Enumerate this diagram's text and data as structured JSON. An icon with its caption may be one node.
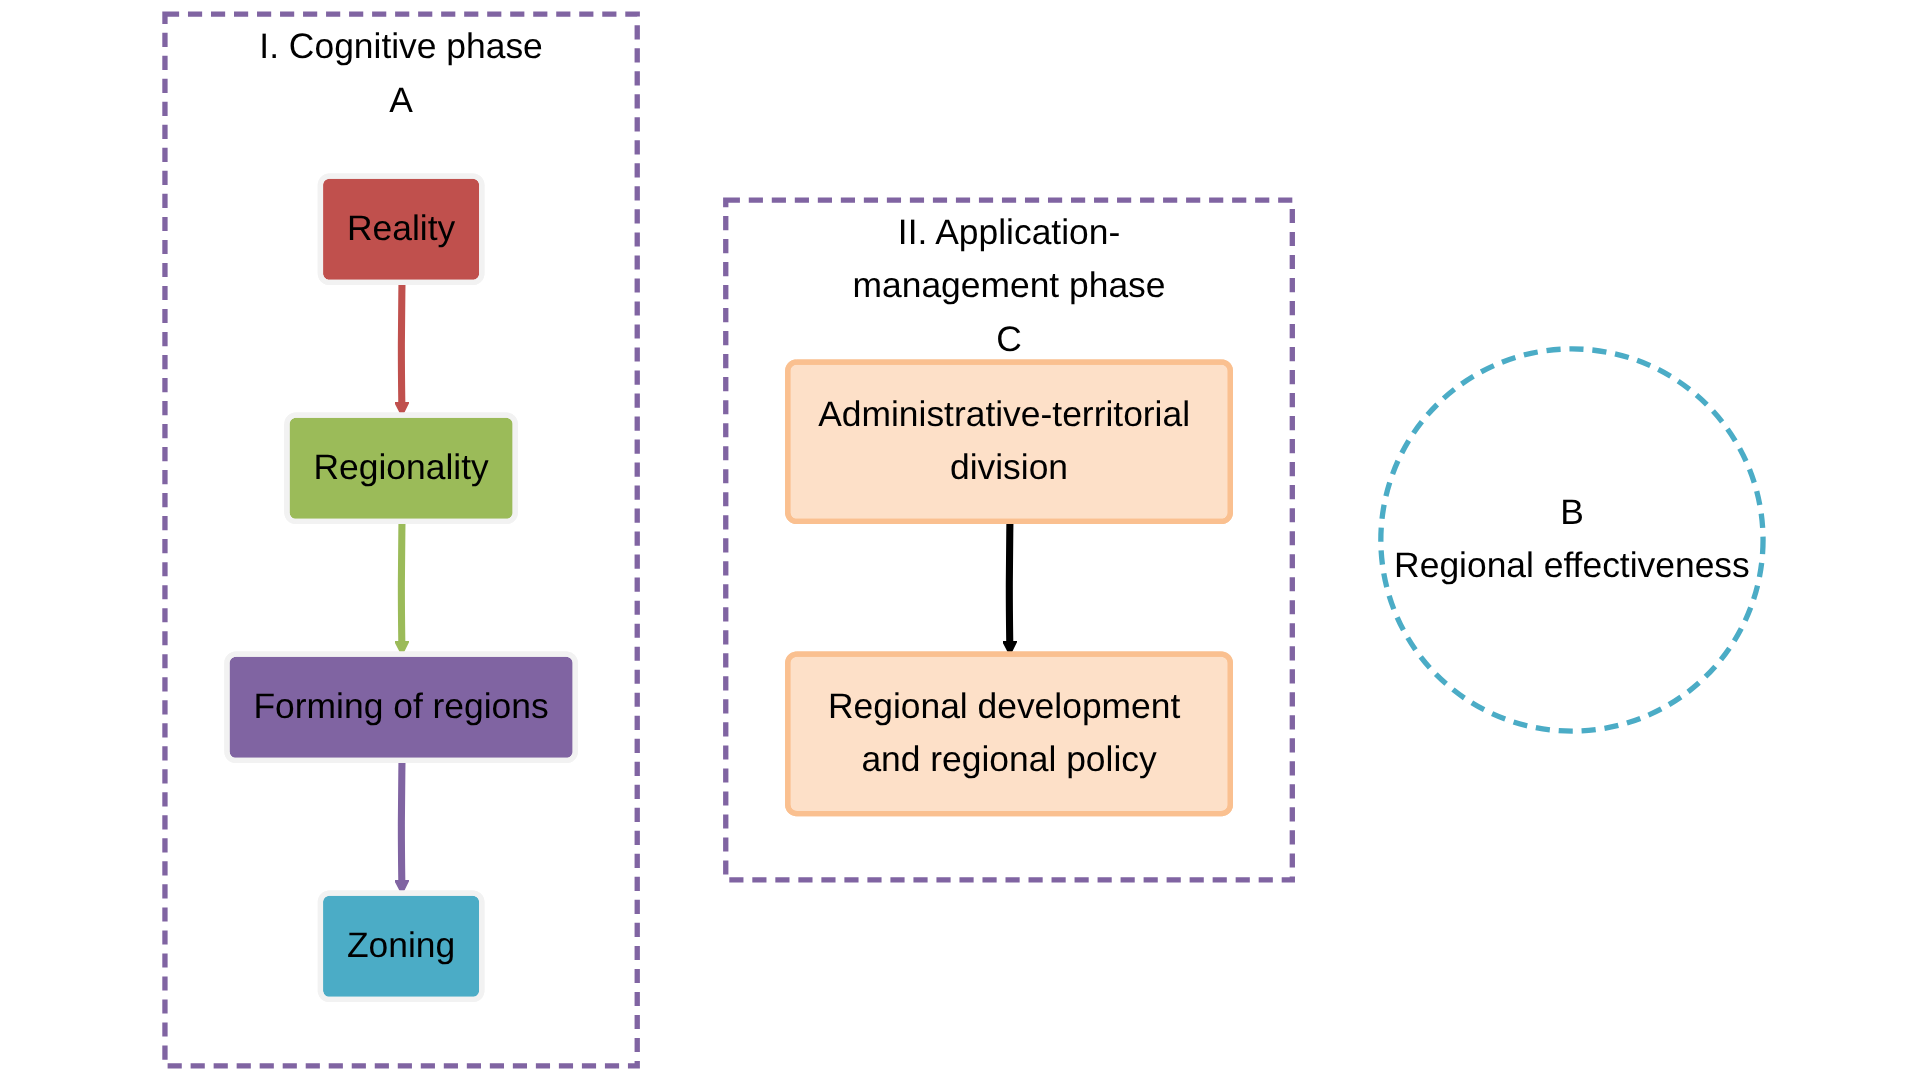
{
  "diagram": {
    "nodes": [
      {
        "text": [
          "I. Cognitive phase",
          "A"
        ]
      },
      {
        "text": [
          "Reality"
        ],
        "in": 0
      },
      {
        "text": [
          "Regionality"
        ],
        "in": 0
      },
      {
        "text": [
          "Forming of regions"
        ],
        "in": 0
      },
      {
        "text": [
          "Zoning"
        ],
        "in": 0
      },
      {
        "text": [
          "B",
          "Regional effectiveness"
        ]
      },
      {
        "text": [
          "II. Application-management phase",
          "C"
        ]
      },
      {
        "text": [
          "Administrative-territorial division"
        ],
        "in": 6
      },
      {
        "text": [
          "Regional development and regional policy"
        ],
        "in": 6
      }
    ],
    "edges": [
      {
        "from": 1,
        "to": 2,
        "arrow": "to",
        "color": "#c0504d"
      },
      {
        "from": 2,
        "to": 3,
        "arrow": "to",
        "color": "#9bbb59"
      },
      {
        "from": 3,
        "to": 4,
        "arrow": "to",
        "color": "#8064a2"
      },
      {
        "from": 7,
        "to": 8,
        "arrow": "to",
        "color": "#000000"
      }
    ]
  }
}
